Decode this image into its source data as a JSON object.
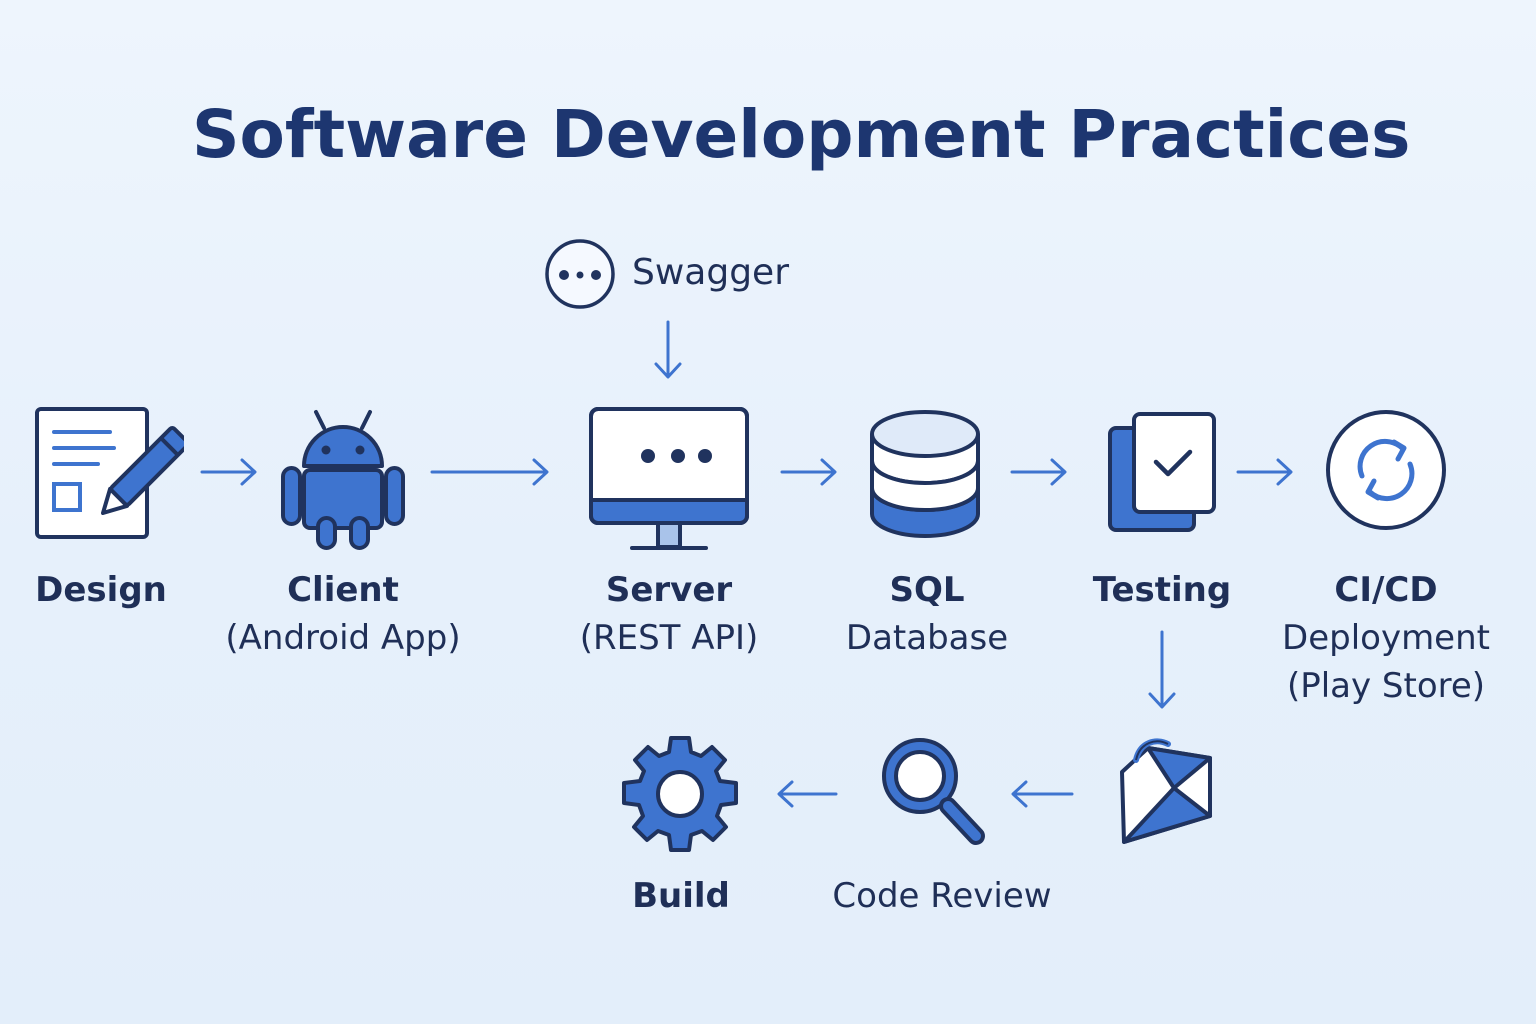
{
  "title": "Software Development Practices",
  "swagger": {
    "label": "Swagger",
    "icon": "swagger-dots-icon"
  },
  "nodes": {
    "design": {
      "label": "Design",
      "icon": "document-pencil-icon"
    },
    "client": {
      "label": "Client",
      "sublabel": "(Android App)",
      "icon": "android-icon"
    },
    "server": {
      "label": "Server",
      "sublabel": "(REST API)",
      "icon": "monitor-icon"
    },
    "sql": {
      "label": "SQL",
      "sublabel": "Database",
      "icon": "database-icon"
    },
    "testing": {
      "label": "Testing",
      "icon": "checklist-icon"
    },
    "cicd": {
      "label": "CI/CD",
      "sublabel": "Deployment",
      "sublabel2": "(Play Store)",
      "icon": "sync-icon"
    },
    "merge": {
      "icon": "envelope-icon"
    },
    "code_review": {
      "label": "Code Review",
      "icon": "magnifier-icon"
    },
    "build": {
      "label": "Build",
      "icon": "gear-icon"
    }
  },
  "colors": {
    "navy": "#1d3670",
    "blue": "#3e74cf",
    "light_blue": "#a9c3ea",
    "outline": "#20335e",
    "arrow": "#3e74cf"
  }
}
